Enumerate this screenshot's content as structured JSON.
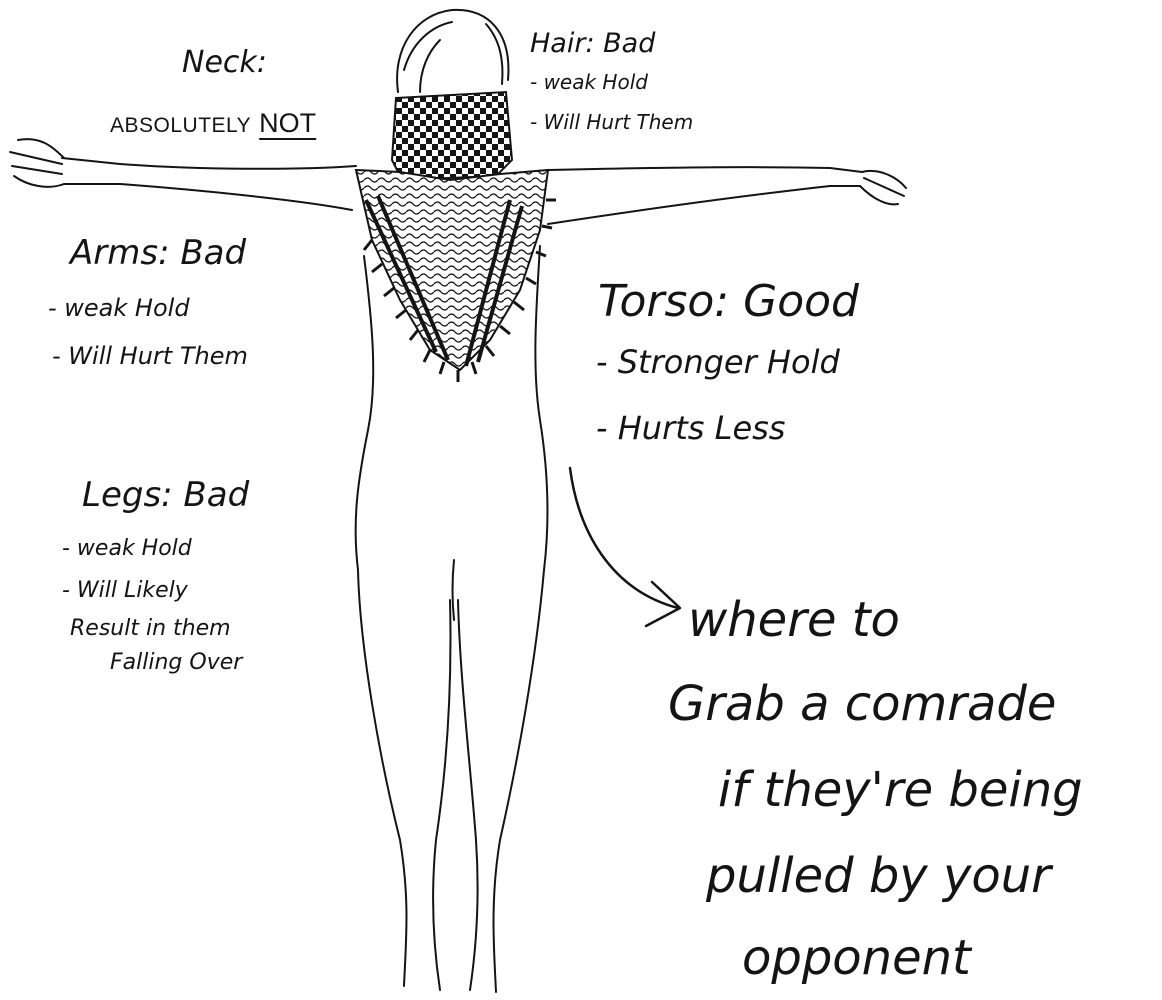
{
  "labels": {
    "hair": {
      "title": "Hair: Bad",
      "items": [
        "- weak Hold",
        "- Will Hurt Them"
      ]
    },
    "neck": {
      "title": "Neck:",
      "verdict": "ABSOLUTELY",
      "emphasis": "NOT"
    },
    "arms": {
      "title": "Arms: Bad",
      "items": [
        "- weak Hold",
        "- Will Hurt Them"
      ]
    },
    "torso": {
      "title": "Torso: Good",
      "items": [
        "- Stronger Hold",
        "- Hurts Less"
      ]
    },
    "legs": {
      "title": "Legs: Bad",
      "items": [
        "- weak Hold",
        "- Will Likely",
        "Result in them",
        "Falling Over"
      ]
    }
  },
  "caption": {
    "lines": [
      "where to",
      "Grab a comrade",
      "if they're being",
      "pulled by your",
      "opponent"
    ]
  },
  "colors": {
    "ink": "#141414",
    "background": "#ffffff"
  }
}
